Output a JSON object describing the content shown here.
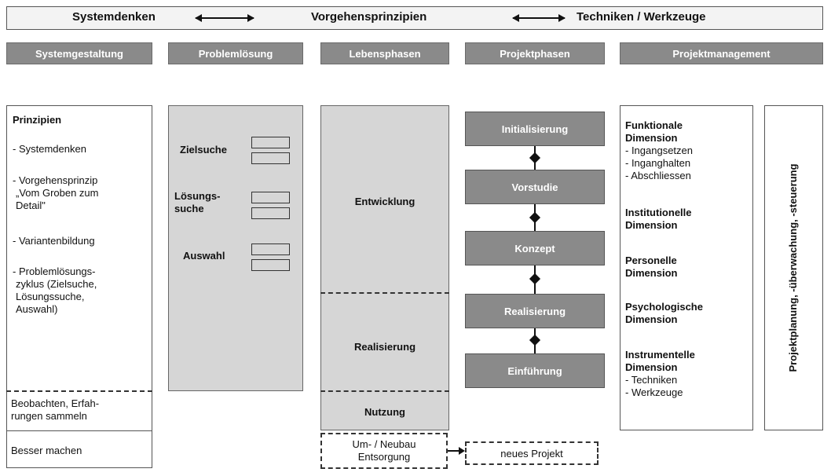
{
  "top": {
    "left": "Systemdenken",
    "middle": "Vorgehensprinzipien",
    "right": "Techniken / Werkzeuge"
  },
  "headers": [
    "Systemgestaltung",
    "Problemlösung",
    "Lebensphasen",
    "Projektphasen",
    "Projektmanagement"
  ],
  "systemgestaltung": {
    "title": "Prinzipien",
    "items": [
      [
        "- Systemdenken"
      ],
      [
        "- Vorgehensprinzip",
        "  „Vom Groben zum",
        "  Detail\""
      ],
      [
        "- Variantenbildung"
      ],
      [
        "- Problemlösungs-",
        "  zyklus (Zielsuche,",
        "  Lösungssuche,",
        "  Auswahl)"
      ]
    ],
    "beobachten": [
      "Beobachten, Erfah-",
      "rungen sammeln"
    ],
    "besser": "Besser machen"
  },
  "problemloesung": {
    "items": [
      [
        "Zielsuche"
      ],
      [
        "Lösungs-",
        "suche"
      ],
      [
        "Auswahl"
      ]
    ]
  },
  "lebensphasen": {
    "entwicklung": "Entwicklung",
    "realisierung": "Realisierung",
    "nutzung": "Nutzung",
    "umbau": [
      "Um- / Neubau",
      "Entsorgung"
    ]
  },
  "projektphasen": {
    "phases": [
      "Initialisierung",
      "Vorstudie",
      "Konzept",
      "Realisierung",
      "Einführung"
    ],
    "neues_projekt": "neues Projekt"
  },
  "projektmanagement": {
    "dimensions": [
      {
        "title": [
          "Funktionale",
          "Dimension"
        ],
        "items": [
          "- Ingangsetzen",
          "- Inganghalten",
          "- Abschliessen"
        ]
      },
      {
        "title": [
          "Institutionelle",
          "Dimension"
        ],
        "items": []
      },
      {
        "title": [
          "Personelle",
          "Dimension"
        ],
        "items": []
      },
      {
        "title": [
          "Psychologische",
          "Dimension"
        ],
        "items": []
      },
      {
        "title": [
          "Instrumentelle",
          "Dimension"
        ],
        "items": [
          "- Techniken",
          "- Werkzeuge"
        ]
      }
    ],
    "vertical": "Projektplanung, -überwachung, -steuerung"
  }
}
